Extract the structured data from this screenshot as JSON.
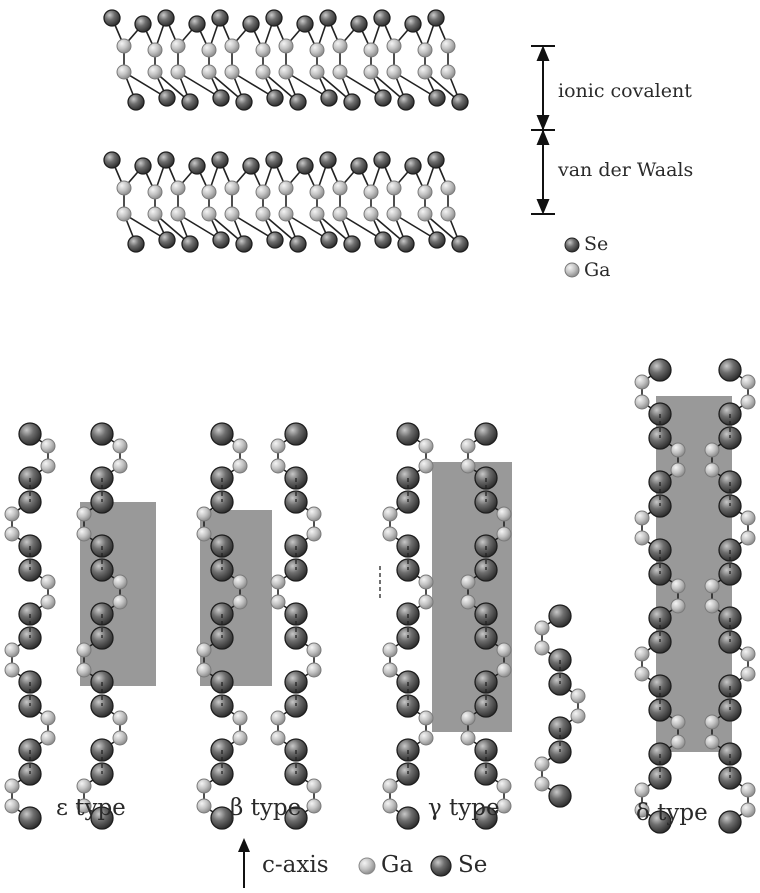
{
  "top": {
    "layer_labels": {
      "ionic": "ionic covalent",
      "vdw": "van der Waals"
    },
    "legend": {
      "se": "Se",
      "ga": "Ga"
    }
  },
  "polytypes": [
    {
      "id": "epsilon",
      "label": "ε type"
    },
    {
      "id": "beta",
      "label": "β type"
    },
    {
      "id": "gamma",
      "label": "γ type"
    },
    {
      "id": "delta",
      "label": "δ type"
    }
  ],
  "bottom_legend": {
    "axis": "c-axis",
    "ga": "Ga",
    "se": "Se"
  },
  "colors": {
    "se": "#5a5a5a",
    "ga": "#c4c4c4",
    "cell": "#7c7c7c",
    "bond": "#222222"
  }
}
